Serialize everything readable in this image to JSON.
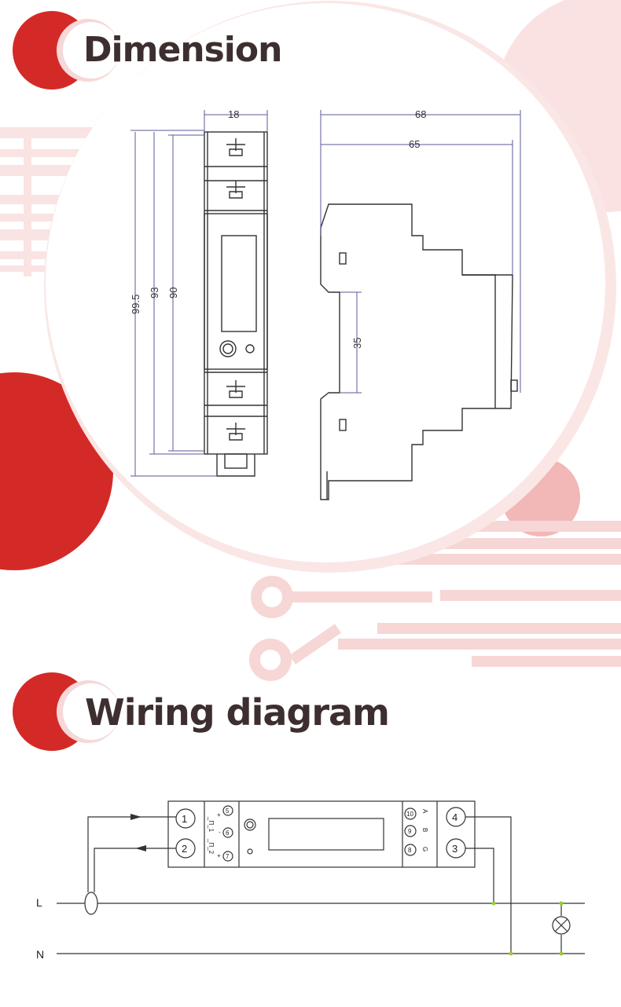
{
  "sections": {
    "dimension_title": "Dimension",
    "wiring_title": "Wiring diagram"
  },
  "dimension": {
    "front_width": "18",
    "depth_total": "68",
    "depth_body": "65",
    "height_total": "99.5",
    "height_mid": "93",
    "height_inner": "90",
    "rail_width": "35"
  },
  "wiring": {
    "terminals_main": [
      "1",
      "2",
      "4",
      "3"
    ],
    "pulse_terminals": [
      "5",
      "6",
      "7"
    ],
    "pulse_signs": [
      "+",
      "-",
      "+"
    ],
    "pulse_labels": [
      "_Π_1",
      "_Π_2"
    ],
    "rs485_terminals": [
      "10",
      "9",
      "8"
    ],
    "rs485_labels": [
      "A",
      "B",
      "G"
    ],
    "line_l": "L",
    "line_n": "N"
  },
  "colors": {
    "accent_red": "#d42a27",
    "pale_pink": "#f7dada",
    "heading_text": "#3d2f2f",
    "drawing_line": "#333333",
    "dimension_line": "#5a5a9a",
    "junction_dot": "#9ac83c"
  }
}
